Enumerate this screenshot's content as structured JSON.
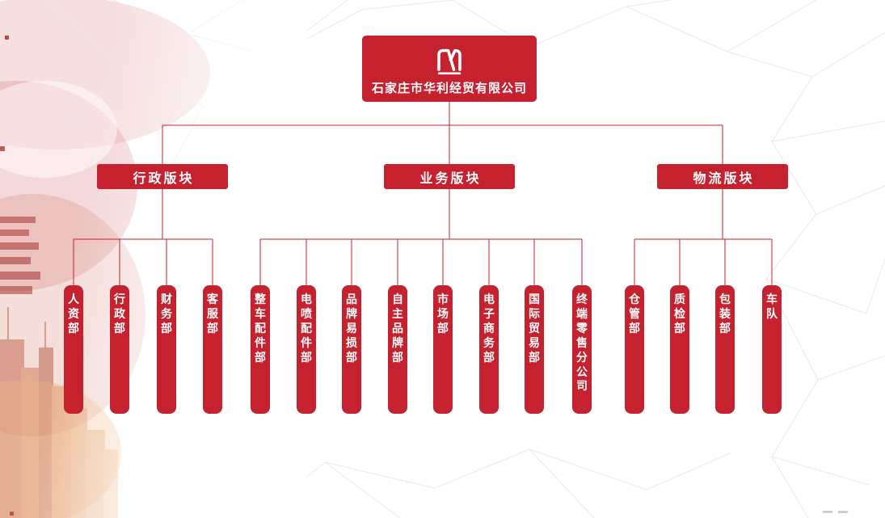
{
  "org": {
    "company": "石家庄市华利经贸有限公司",
    "sections": [
      {
        "label": "行政版块",
        "departments": [
          "人资部",
          "行政部",
          "财务部",
          "客服部"
        ]
      },
      {
        "label": "业务版块",
        "departments": [
          "整车配件部",
          "电喷配件部",
          "品牌易损部",
          "自主品牌部",
          "市场部",
          "电子商务部",
          "国际贸易部",
          "终端零售分公司"
        ]
      },
      {
        "label": "物流版块",
        "departments": [
          "仓管部",
          "质检部",
          "包装部",
          "车队"
        ]
      }
    ]
  },
  "icons": {
    "logo": "huali-company-logo"
  },
  "colors": {
    "brand": "#c5212f",
    "line": "#c5212f",
    "node_text": "#ffffff"
  }
}
